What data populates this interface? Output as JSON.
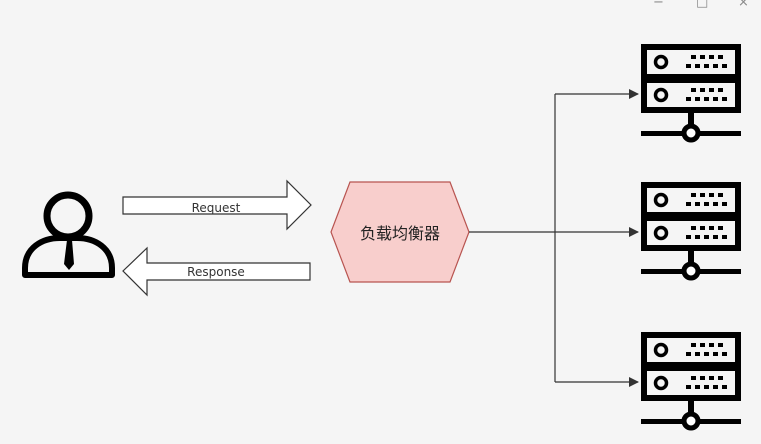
{
  "window_controls": {
    "minimize": "−",
    "maximize": "□",
    "close": "×"
  },
  "diagram": {
    "request_label": "Request",
    "response_label": "Response",
    "load_balancer_label": "负载均衡器",
    "colors": {
      "background": "#f5f5f5",
      "load_balancer_fill": "#f8cecc",
      "load_balancer_stroke": "#b85450",
      "line": "#333333",
      "icon": "#000000"
    },
    "icons": [
      "user-icon",
      "server-icon",
      "server-icon",
      "server-icon"
    ]
  }
}
